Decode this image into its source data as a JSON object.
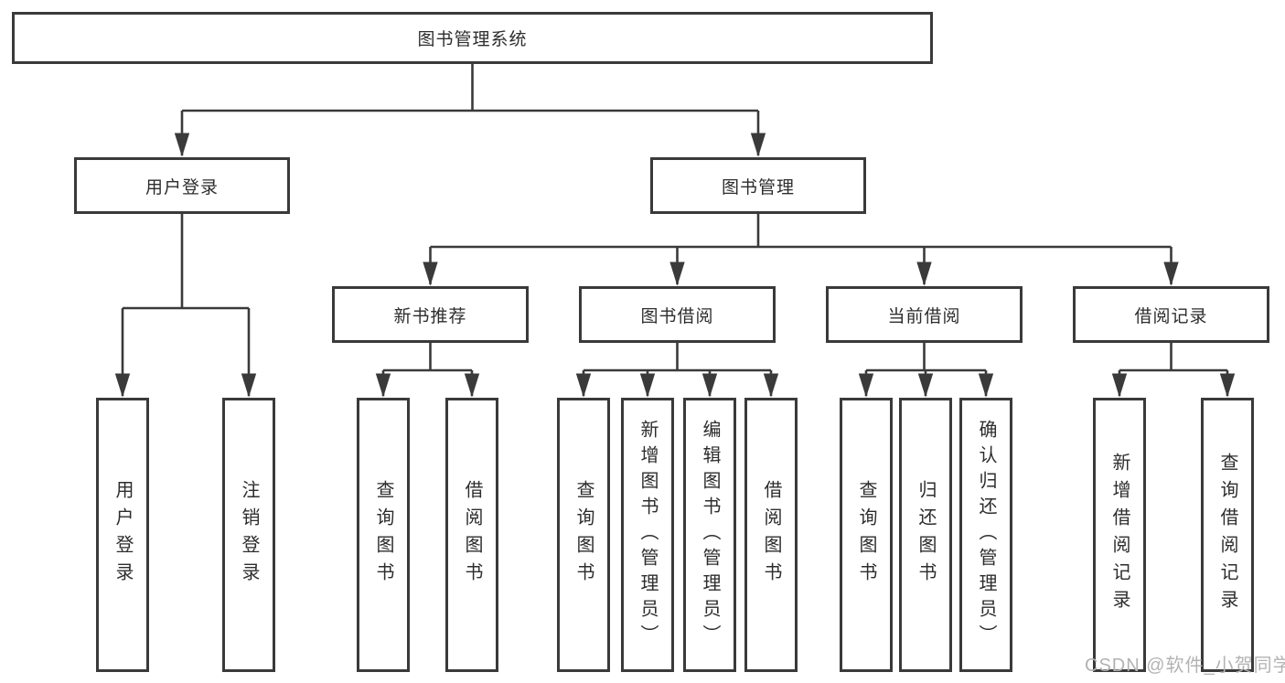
{
  "diagram": {
    "root": {
      "label": "图书管理系统"
    },
    "level2": {
      "user_login": {
        "label": "用户登录"
      },
      "book_mgmt": {
        "label": "图书管理"
      }
    },
    "level3": {
      "new_book_rec": {
        "label": "新书推荐"
      },
      "book_borrow": {
        "label": "图书借阅"
      },
      "current_borrow": {
        "label": "当前借阅"
      },
      "borrow_records": {
        "label": "借阅记录"
      }
    },
    "leaves": {
      "login_user": "用户登录",
      "login_logout": "注销登录",
      "rec_query_books": "查询图书",
      "rec_borrow_books": "借阅图书",
      "bb_query_books": "查询图书",
      "bb_add_books": "新增图书（管理员）",
      "bb_edit_books": "编辑图书（管理员）",
      "bb_borrow_books": "借阅图书",
      "cb_query_books": "查询图书",
      "cb_return_books": "归还图书",
      "cb_confirm_return": "确认归还（管理员）",
      "br_add_record": "新增借阅记录",
      "br_query_record": "查询借阅记录"
    }
  },
  "watermark": "CSDN @软件_小贺同学",
  "colors": {
    "line": "#3a3a3a",
    "box_border": "#3a3a3a",
    "box_fill": "#ffffff",
    "text": "#2d2d2d",
    "watermark": "#b3b3b3"
  }
}
